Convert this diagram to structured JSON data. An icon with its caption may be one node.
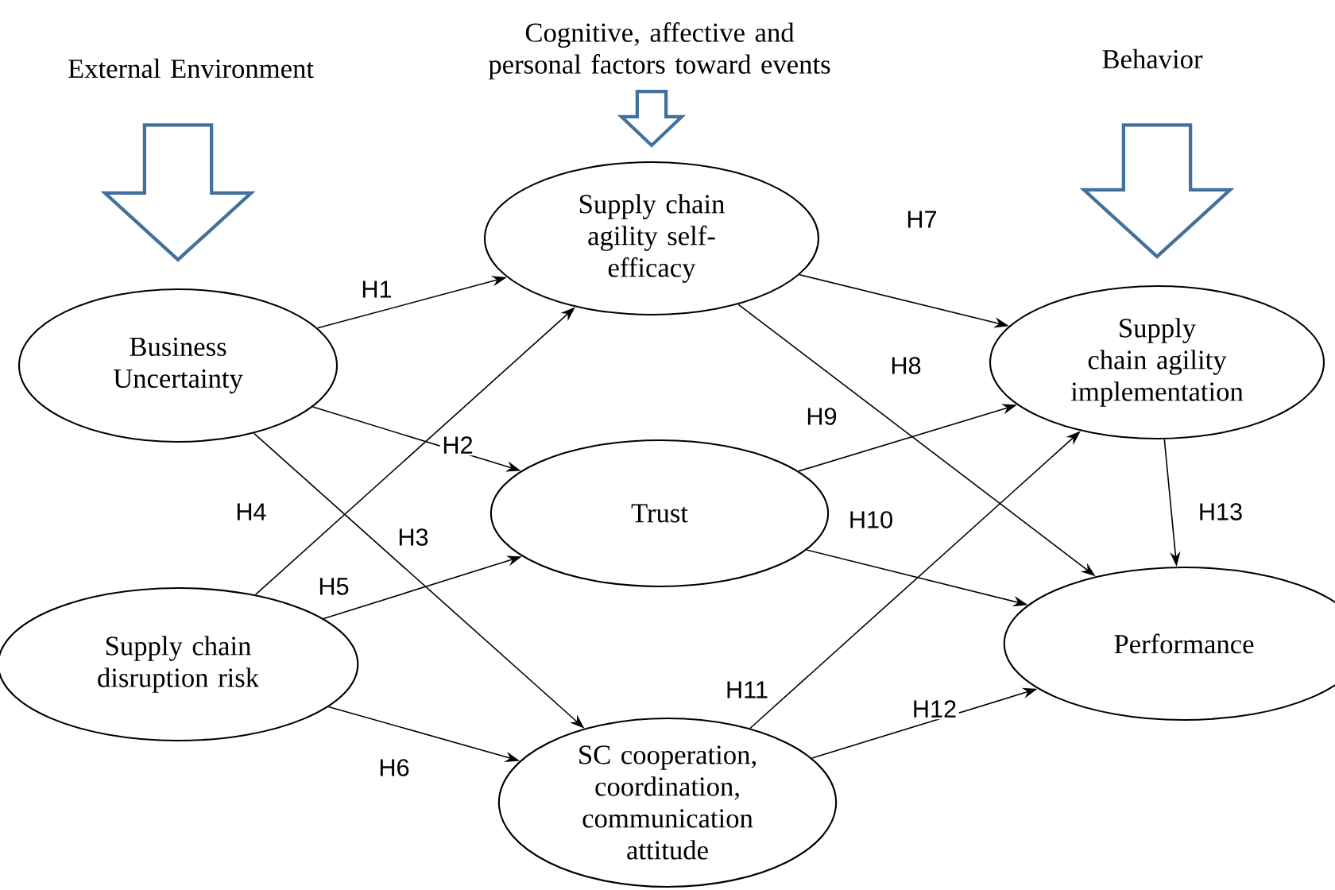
{
  "diagram": {
    "nodes": [
      {
        "text": [
          "External Environment"
        ]
      },
      {
        "text": [
          "Cognitive, affective and personal factors toward events"
        ]
      },
      {
        "text": [
          "Behavior"
        ]
      },
      {
        "text": [
          "Supply chain agility self-efficacy"
        ]
      },
      {
        "text": [
          "Business Uncertainty"
        ]
      },
      {
        "text": [
          "Supply chain agility implementation"
        ]
      },
      {
        "text": [
          "Trust"
        ]
      },
      {
        "text": [
          "Supply chain disruption risk"
        ]
      },
      {
        "text": [
          "Performance"
        ]
      },
      {
        "text": [
          "SC cooperation, coordination, communication attitude"
        ]
      }
    ],
    "edges": [
      {
        "from": 0,
        "to": 4,
        "arrow": "to",
        "style": "thick",
        "color": "#41719c"
      },
      {
        "from": 1,
        "to": 3,
        "arrow": "to",
        "style": "thick",
        "color": "#41719c"
      },
      {
        "from": 2,
        "to": 5,
        "arrow": "to",
        "style": "thick",
        "color": "#41719c"
      },
      {
        "from": 4,
        "to": 3,
        "arrow": "to",
        "label": "H1"
      },
      {
        "from": 4,
        "to": 6,
        "arrow": "to",
        "label": "H2"
      },
      {
        "from": 4,
        "to": 9,
        "arrow": "to",
        "label": "H3"
      },
      {
        "from": 7,
        "to": 3,
        "arrow": "to",
        "label": "H4"
      },
      {
        "from": 7,
        "to": 6,
        "arrow": "to",
        "label": "H5"
      },
      {
        "from": 7,
        "to": 9,
        "arrow": "to",
        "label": "H6"
      },
      {
        "from": 3,
        "to": 5,
        "arrow": "to",
        "label": "H7"
      },
      {
        "from": 3,
        "to": 8,
        "arrow": "to",
        "label": "H8"
      },
      {
        "from": 6,
        "to": 5,
        "arrow": "to",
        "label": "H9"
      },
      {
        "from": 6,
        "to": 8,
        "arrow": "to",
        "label": "H10"
      },
      {
        "from": 9,
        "to": 5,
        "arrow": "to",
        "label": "H11"
      },
      {
        "from": 9,
        "to": 8,
        "arrow": "to",
        "label": "H12"
      },
      {
        "from": 5,
        "to": 8,
        "arrow": "to",
        "label": "H13"
      }
    ]
  }
}
